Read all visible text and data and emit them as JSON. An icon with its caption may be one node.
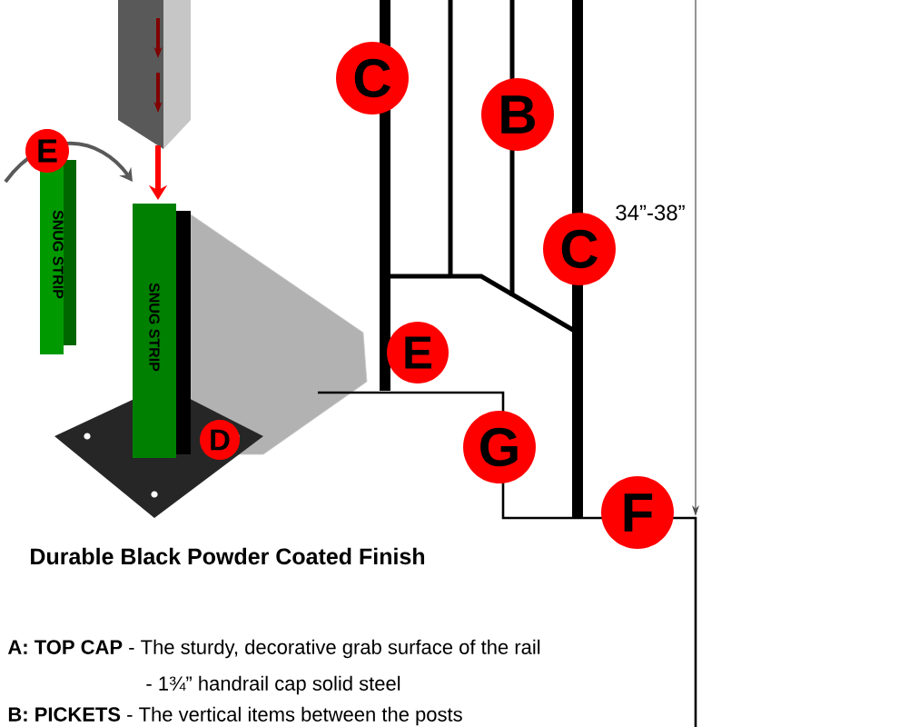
{
  "diagram": {
    "labels": [
      "C",
      "B",
      "E",
      "C",
      "34”-38”",
      "E",
      "G",
      "D",
      "F",
      "SNUG STRIP",
      "SNUG STRIP",
      "Durable Black Powder Coated Finish",
      "**A: TOP CAP** - The sturdy, decorative grab surface of the rail",
      "- 1¾” handrail cap solid steel",
      "**B: PICKETS** - The vertical items between the posts"
    ]
  }
}
